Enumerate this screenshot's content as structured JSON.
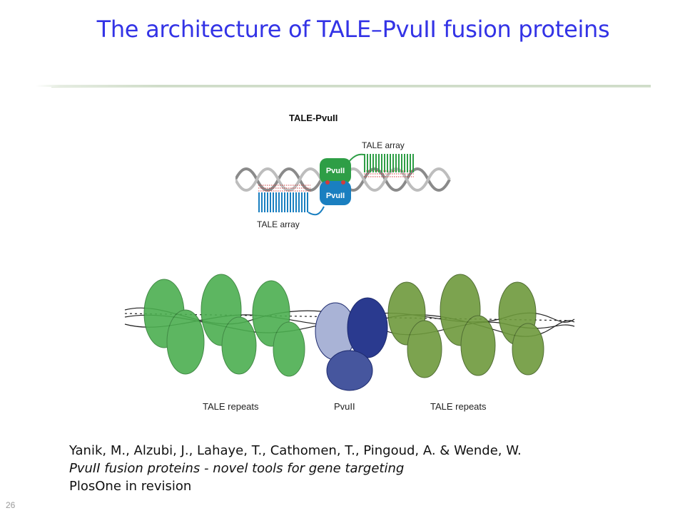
{
  "slide": {
    "title": "The architecture of TALE–PvuII fusion proteins",
    "number": "26"
  },
  "schematic": {
    "heading": "TALE-PvuII",
    "tale_array_top": "TALE array",
    "tale_array_bottom": "TALE array",
    "pvuii_top": "PvuII",
    "pvuii_bottom": "PvuII"
  },
  "structure": {
    "label_left": "TALE repeats",
    "label_center": "PvuII",
    "label_right": "TALE repeats"
  },
  "citation": {
    "authors": "Yanik, M., Alzubi, J., Lahaye, T., Cathomen, T., Pingoud, A. & Wende, W.",
    "title": "PvuII fusion proteins - novel tools for gene targeting",
    "journal": "PlosOne in revision"
  },
  "colors": {
    "title": "#3333e6",
    "tale_green": "#2e9e46",
    "tale_blue": "#1a7fc0",
    "pvuii_navy": "#1d2a6e"
  }
}
